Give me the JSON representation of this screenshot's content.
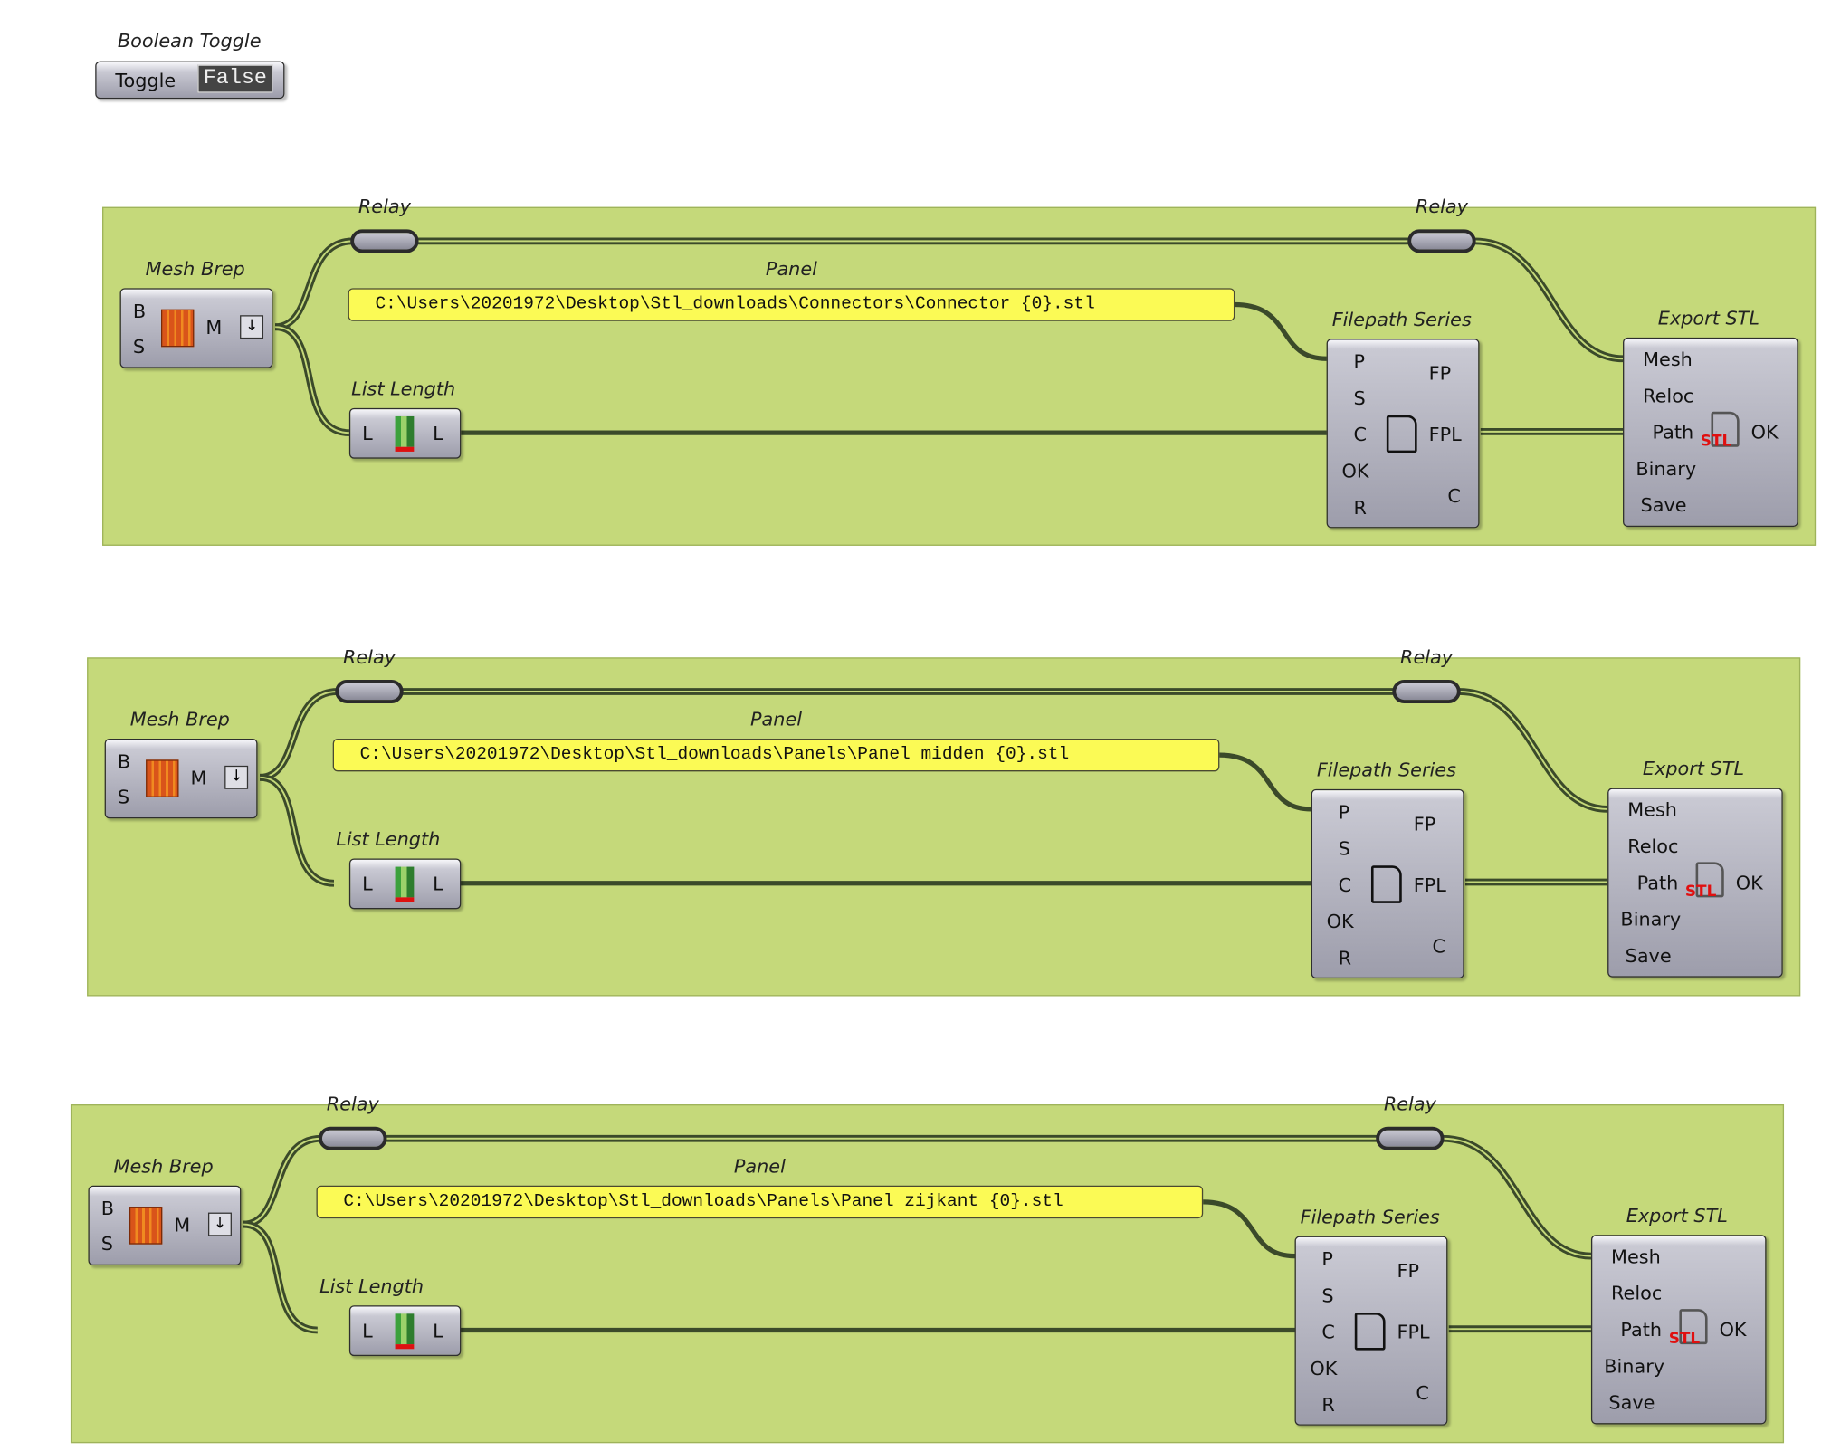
{
  "toggle": {
    "nickname": "Boolean Toggle",
    "label": "Toggle",
    "value": "False"
  },
  "common": {
    "mesh_brep": {
      "nickname": "Mesh Brep",
      "inputs": [
        "B",
        "S"
      ],
      "output": "M"
    },
    "relay": {
      "nickname": "Relay"
    },
    "panel": {
      "nickname": "Panel"
    },
    "list_length": {
      "nickname": "List Length",
      "input": "L",
      "output": "L"
    },
    "filepath_series": {
      "nickname": "Filepath Series",
      "inputs": [
        "P",
        "S",
        "C",
        "OK",
        "R"
      ],
      "outputs": [
        "FP",
        "FPL",
        "C"
      ]
    },
    "export_stl": {
      "nickname": "Export STL",
      "inputs": [
        "Mesh",
        "Reloc",
        "Path",
        "Binary",
        "Save"
      ],
      "output": "OK",
      "icon_text": "STL"
    }
  },
  "groups": [
    {
      "panel_text": "C:\\Users\\20201972\\Desktop\\Stl_downloads\\Connectors\\Connector {0}.stl"
    },
    {
      "panel_text": "C:\\Users\\20201972\\Desktop\\Stl_downloads\\Panels\\Panel midden {0}.stl"
    },
    {
      "panel_text": "C:\\Users\\20201972\\Desktop\\Stl_downloads\\Panels\\Panel zijkant {0}.stl"
    }
  ]
}
